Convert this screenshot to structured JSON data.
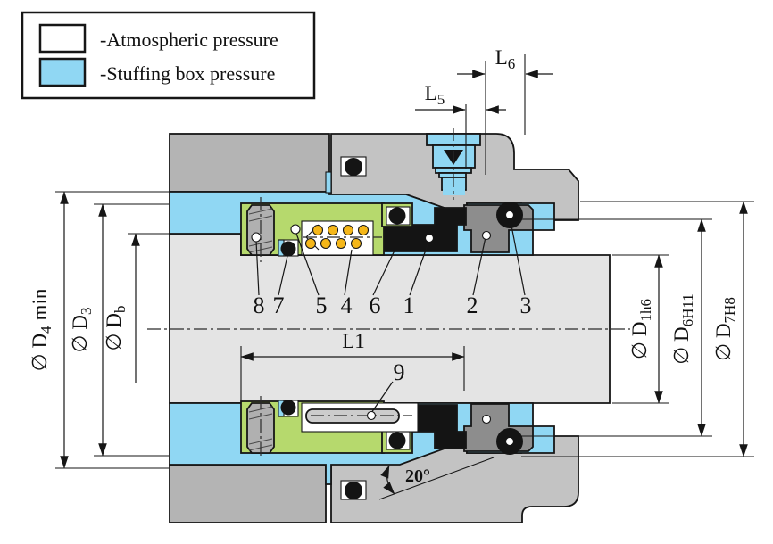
{
  "legend": {
    "items": [
      {
        "label": "-Atmospheric pressure",
        "swatch": "#ffffff"
      },
      {
        "label": "-Stuffing box pressure",
        "swatch": "#90d7f3"
      }
    ]
  },
  "dimensions": {
    "l5": {
      "prefix": "L",
      "sub": "5"
    },
    "l6": {
      "prefix": "L",
      "sub": "6"
    },
    "l1": {
      "label": "L1"
    },
    "d4": {
      "prefix": "∅ D",
      "sub": "4",
      "suffix": "min"
    },
    "d3": {
      "prefix": "∅ D",
      "sub": "3"
    },
    "db": {
      "prefix": "∅ D",
      "sub": "b"
    },
    "d1": {
      "prefix": "∅ D",
      "sub": "1h6"
    },
    "d6": {
      "prefix": "∅ D",
      "sub": "6H11"
    },
    "d7": {
      "prefix": "∅ D",
      "sub": "7H8"
    }
  },
  "angle": {
    "label": "20°"
  },
  "parts": {
    "numbers": [
      "8",
      "7",
      "5",
      "4",
      "6",
      "1",
      "2",
      "3"
    ],
    "pin": "9"
  },
  "colors": {
    "stuffing_box_blue": "#90d7f3",
    "atmospheric_white": "#ffffff",
    "housing_gray": "#b4b4b4",
    "gland_gray": "#c3c3c3",
    "shaft_gray": "#e4e4e4",
    "retainer_green": "#b6d96d",
    "seat_gray": "#8d8d8d",
    "seal_black": "#141414",
    "spring_yellow": "#f5b719"
  }
}
